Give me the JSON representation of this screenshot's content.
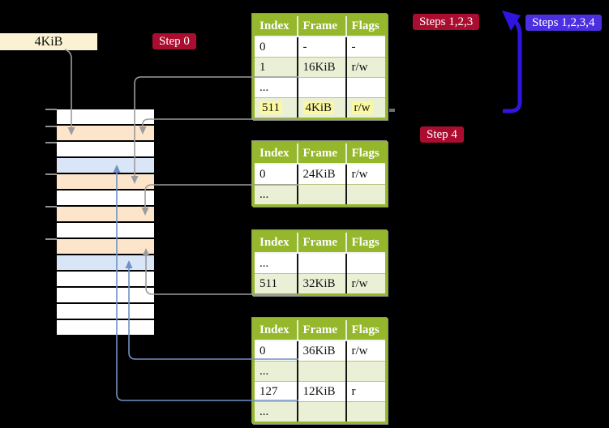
{
  "colors": {
    "page-bg": "#000000",
    "table-header-green": "#95B72C",
    "table-row-green": "#EAF0D5",
    "table-row-white": "#FFFFFF",
    "table-border-olive": "#B9C57B",
    "highlight-yellow": "#FBF8A3",
    "badge-red": "#AB0D30",
    "badge-blue": "#4B2FE0",
    "bold-arrow-blue": "#2E16E0",
    "thin-arrow-blue": "#7191C3",
    "connector-gray": "#9C9C9C",
    "mem-orange": "#FDE5CB",
    "mem-blue": "#D9E6F8",
    "label-cream": "#FBF1D3"
  },
  "label_4kib": {
    "text": "4KiB"
  },
  "badges": {
    "step0": {
      "text": "Step 0"
    },
    "steps123": {
      "text": "Steps 1,2,3"
    },
    "steps1234": {
      "text": "Steps 1,2,3,4"
    },
    "step4": {
      "text": "Step 4"
    }
  },
  "tables": [
    {
      "headers": [
        "Index",
        "Frame",
        "Flags"
      ],
      "rows": [
        [
          "0",
          "-",
          "-"
        ],
        [
          "1",
          "16KiB",
          "r/w"
        ],
        [
          "...",
          "",
          ""
        ],
        [
          "511",
          "4KiB",
          "r/w"
        ]
      ]
    },
    {
      "headers": [
        "Index",
        "Frame",
        "Flags"
      ],
      "rows": [
        [
          "0",
          "24KiB",
          "r/w"
        ],
        [
          "...",
          "",
          ""
        ]
      ]
    },
    {
      "headers": [
        "Index",
        "Frame",
        "Flags"
      ],
      "rows": [
        [
          "...",
          "",
          ""
        ],
        [
          "511",
          "32KiB",
          "r/w"
        ]
      ]
    },
    {
      "headers": [
        "Index",
        "Frame",
        "Flags"
      ],
      "rows": [
        [
          "0",
          "36KiB",
          "r/w"
        ],
        [
          "...",
          "",
          ""
        ],
        [
          "127",
          "12KiB",
          "r"
        ],
        [
          "...",
          "",
          ""
        ]
      ]
    }
  ],
  "memory": {
    "rows": [
      {
        "color": "#FFFFFF"
      },
      {
        "color": "#FDE5CB"
      },
      {
        "color": "#FFFFFF"
      },
      {
        "color": "#D9E6F8"
      },
      {
        "color": "#FDE5CB"
      },
      {
        "color": "#FFFFFF"
      },
      {
        "color": "#FDE5CB"
      },
      {
        "color": "#FFFFFF"
      },
      {
        "color": "#FDE5CB"
      },
      {
        "color": "#D9E6F8"
      },
      {
        "color": "#FFFFFF"
      },
      {
        "color": "#FFFFFF"
      },
      {
        "color": "#FFFFFF"
      },
      {
        "color": "#FFFFFF"
      }
    ]
  }
}
